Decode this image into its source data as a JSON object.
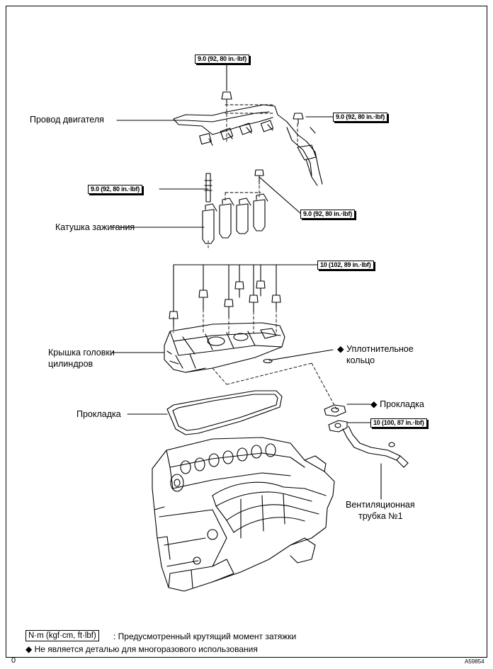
{
  "labels": {
    "engine_wire": "Провод двигателя",
    "ignition_coil": "Катушка зажигания",
    "head_cover_line1": "Крышка головки",
    "head_cover_line2": "цилиндров",
    "gasket_left": "Прокладка",
    "o_ring_line1": "◆ Уплотнительное",
    "o_ring_line2": "кольцо",
    "gasket_right": "◆ Прокладка",
    "vent_line1": "Вентиляционная",
    "vent_line2": "трубка №1"
  },
  "torques": {
    "t1": "9.0 (92, 80 in.·lbf)",
    "t2": "9.0 (92, 80 in.·lbf)",
    "t3": "9.0 (92, 80 in.·lbf)",
    "t4": "9.0 (92, 80 in.·lbf)",
    "t5": "10 (102, 89 in.·lbf)",
    "t6": "10 (100, 87 in.·lbf)"
  },
  "legend": {
    "unit_box": "N·m (kgf·cm, ft·lbf)",
    "unit_desc": ": Предусмотренный крутящий момент затяжки",
    "nonreuse": "◆ Не является деталью для многоразового использования"
  },
  "page_mark": "0",
  "figure_code": "A59854"
}
